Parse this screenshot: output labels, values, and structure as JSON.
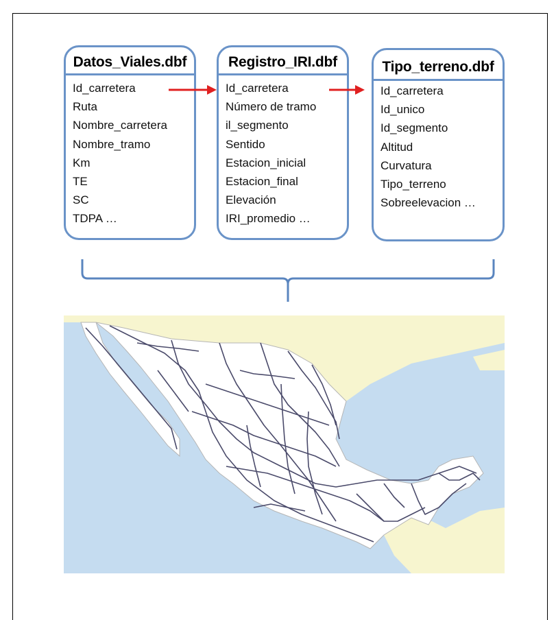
{
  "tables": [
    {
      "title": "Datos_Viales.dbf",
      "fields": [
        "Id_carretera",
        "Ruta",
        "Nombre_carretera",
        "Nombre_tramo",
        "Km",
        "TE",
        "SC",
        "TDPA …"
      ]
    },
    {
      "title": "Registro_IRI.dbf",
      "fields": [
        "Id_carretera",
        "Número de tramo",
        "il_segmento",
        "Sentido",
        "Estacion_inicial",
        "Estacion_final",
        "Elevación",
        "IRI_promedio …"
      ]
    },
    {
      "title": "Tipo_terreno.dbf",
      "fields": [
        "Id_carretera",
        "Id_unico",
        "Id_segmento",
        "Altitud",
        "Curvatura",
        "Tipo_terreno",
        "Sobreelevacion …"
      ]
    }
  ],
  "colors": {
    "box_border": "#6a93c8",
    "arrow": "#e02020",
    "brace": "#5a85bf",
    "ocean": "#c5dcf0",
    "land_other": "#f7f5cf",
    "land_mexico": "#ffffff",
    "road": "#4a4a6a"
  },
  "map": {
    "subject": "Mexico road network"
  }
}
